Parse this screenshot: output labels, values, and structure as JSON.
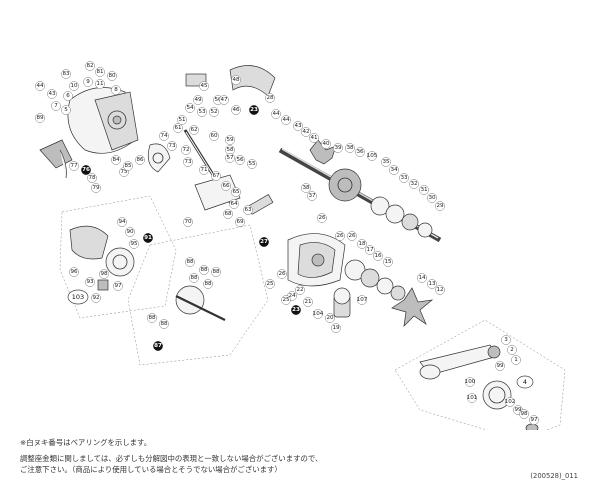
{
  "notes": {
    "bearing_note": "※白ヌキ番号はベアリングを示します。",
    "adjust_note_1": "調整座金類に関しましては、必ずしも分解図中の表現と一致しない場合がございますので、",
    "adjust_note_2": "ご注意下さい。（商品により使用している場合とそうでない場合がございます）"
  },
  "diagram_code": "(200528)_011",
  "callouts": [
    {
      "id": "c1",
      "label": "82"
    },
    {
      "id": "c2",
      "label": "81"
    },
    {
      "id": "c3",
      "label": "83"
    },
    {
      "id": "c4",
      "label": "80"
    },
    {
      "id": "c5",
      "label": "11"
    },
    {
      "id": "c6",
      "label": "9"
    },
    {
      "id": "c7",
      "label": "10"
    },
    {
      "id": "c8",
      "label": "8"
    },
    {
      "id": "c9",
      "label": "44"
    },
    {
      "id": "c10",
      "label": "43"
    },
    {
      "id": "c11",
      "label": "6"
    },
    {
      "id": "c12",
      "label": "7"
    },
    {
      "id": "c13",
      "label": "5"
    },
    {
      "id": "c14",
      "label": "89"
    },
    {
      "id": "c15",
      "label": "48"
    },
    {
      "id": "c16",
      "label": "50"
    },
    {
      "id": "c17",
      "label": "49"
    },
    {
      "id": "c18",
      "label": "45"
    },
    {
      "id": "c19",
      "label": "47"
    },
    {
      "id": "c20",
      "label": "46"
    },
    {
      "id": "c21",
      "label": "54"
    },
    {
      "id": "c22",
      "label": "53"
    },
    {
      "id": "c23",
      "label": "52"
    },
    {
      "id": "c24",
      "label": "28"
    },
    {
      "id": "c25",
      "label": "23",
      "dark": true
    },
    {
      "id": "c26",
      "label": "44"
    },
    {
      "id": "c27",
      "label": "44"
    },
    {
      "id": "c28",
      "label": "43"
    },
    {
      "id": "c29",
      "label": "42"
    },
    {
      "id": "c30",
      "label": "41"
    },
    {
      "id": "c31",
      "label": "40"
    },
    {
      "id": "c32",
      "label": "39"
    },
    {
      "id": "c33",
      "label": "38"
    },
    {
      "id": "c34",
      "label": "36"
    },
    {
      "id": "c35",
      "label": "105"
    },
    {
      "id": "c36",
      "label": "35"
    },
    {
      "id": "c37",
      "label": "34"
    },
    {
      "id": "c38",
      "label": "33"
    },
    {
      "id": "c39",
      "label": "32"
    },
    {
      "id": "c40",
      "label": "31"
    },
    {
      "id": "c41",
      "label": "30"
    },
    {
      "id": "c42",
      "label": "29"
    },
    {
      "id": "c43",
      "label": "37"
    },
    {
      "id": "c44",
      "label": "38"
    },
    {
      "id": "c45",
      "label": "51"
    },
    {
      "id": "c46",
      "label": "61"
    },
    {
      "id": "c47",
      "label": "62"
    },
    {
      "id": "c48",
      "label": "60"
    },
    {
      "id": "c49",
      "label": "59"
    },
    {
      "id": "c50",
      "label": "58"
    },
    {
      "id": "c51",
      "label": "57"
    },
    {
      "id": "c52",
      "label": "56"
    },
    {
      "id": "c53",
      "label": "55"
    },
    {
      "id": "c54",
      "label": "74"
    },
    {
      "id": "c55",
      "label": "73"
    },
    {
      "id": "c56",
      "label": "72"
    },
    {
      "id": "c57",
      "label": "73"
    },
    {
      "id": "c58",
      "label": "71"
    },
    {
      "id": "c59",
      "label": "67"
    },
    {
      "id": "c60",
      "label": "66"
    },
    {
      "id": "c61",
      "label": "65"
    },
    {
      "id": "c62",
      "label": "64"
    },
    {
      "id": "c63",
      "label": "63"
    },
    {
      "id": "c64",
      "label": "68"
    },
    {
      "id": "c65",
      "label": "69"
    },
    {
      "id": "c66",
      "label": "70"
    },
    {
      "id": "c67",
      "label": "77"
    },
    {
      "id": "c68",
      "label": "76",
      "dark": true
    },
    {
      "id": "c69",
      "label": "78"
    },
    {
      "id": "c70",
      "label": "79"
    },
    {
      "id": "c71",
      "label": "75"
    },
    {
      "id": "c72",
      "label": "84"
    },
    {
      "id": "c73",
      "label": "85"
    },
    {
      "id": "c74",
      "label": "86"
    },
    {
      "id": "c75",
      "label": "94"
    },
    {
      "id": "c76",
      "label": "91",
      "dark": true
    },
    {
      "id": "c77",
      "label": "95"
    },
    {
      "id": "c78",
      "label": "90"
    },
    {
      "id": "c79",
      "label": "96"
    },
    {
      "id": "c80",
      "label": "93"
    },
    {
      "id": "c81",
      "label": "98"
    },
    {
      "id": "c82",
      "label": "97"
    },
    {
      "id": "c83",
      "label": "92"
    },
    {
      "id": "c84",
      "label": "103"
    },
    {
      "id": "c85",
      "label": "88"
    },
    {
      "id": "c86",
      "label": "88"
    },
    {
      "id": "c87",
      "label": "88"
    },
    {
      "id": "c88",
      "label": "88"
    },
    {
      "id": "c89",
      "label": "88"
    },
    {
      "id": "c90",
      "label": "88"
    },
    {
      "id": "c91",
      "label": "88"
    },
    {
      "id": "c92",
      "label": "87",
      "dark": true
    },
    {
      "id": "c93",
      "label": "26"
    },
    {
      "id": "c94",
      "label": "27",
      "dark": true
    },
    {
      "id": "c95",
      "label": "26"
    },
    {
      "id": "c96",
      "label": "26"
    },
    {
      "id": "c97",
      "label": "18"
    },
    {
      "id": "c98",
      "label": "17"
    },
    {
      "id": "c99",
      "label": "16"
    },
    {
      "id": "c100",
      "label": "15"
    },
    {
      "id": "c101",
      "label": "25"
    },
    {
      "id": "c102",
      "label": "26"
    },
    {
      "id": "c103",
      "label": "24"
    },
    {
      "id": "c104",
      "label": "23",
      "dark": true
    },
    {
      "id": "c105",
      "label": "25"
    },
    {
      "id": "c106",
      "label": "22"
    },
    {
      "id": "c107",
      "label": "21"
    },
    {
      "id": "c108",
      "label": "104"
    },
    {
      "id": "c109",
      "label": "20"
    },
    {
      "id": "c110",
      "label": "19"
    },
    {
      "id": "c111",
      "label": "107"
    },
    {
      "id": "c112",
      "label": "14"
    },
    {
      "id": "c113",
      "label": "13"
    },
    {
      "id": "c114",
      "label": "12"
    },
    {
      "id": "c115",
      "label": "3"
    },
    {
      "id": "c116",
      "label": "2"
    },
    {
      "id": "c117",
      "label": "1"
    },
    {
      "id": "c118",
      "label": "99"
    },
    {
      "id": "c119",
      "label": "4"
    },
    {
      "id": "c120",
      "label": "100"
    },
    {
      "id": "c121",
      "label": "101"
    },
    {
      "id": "c122",
      "label": "102"
    },
    {
      "id": "c123",
      "label": "99"
    },
    {
      "id": "c124",
      "label": "98"
    },
    {
      "id": "c125",
      "label": "97"
    }
  ]
}
